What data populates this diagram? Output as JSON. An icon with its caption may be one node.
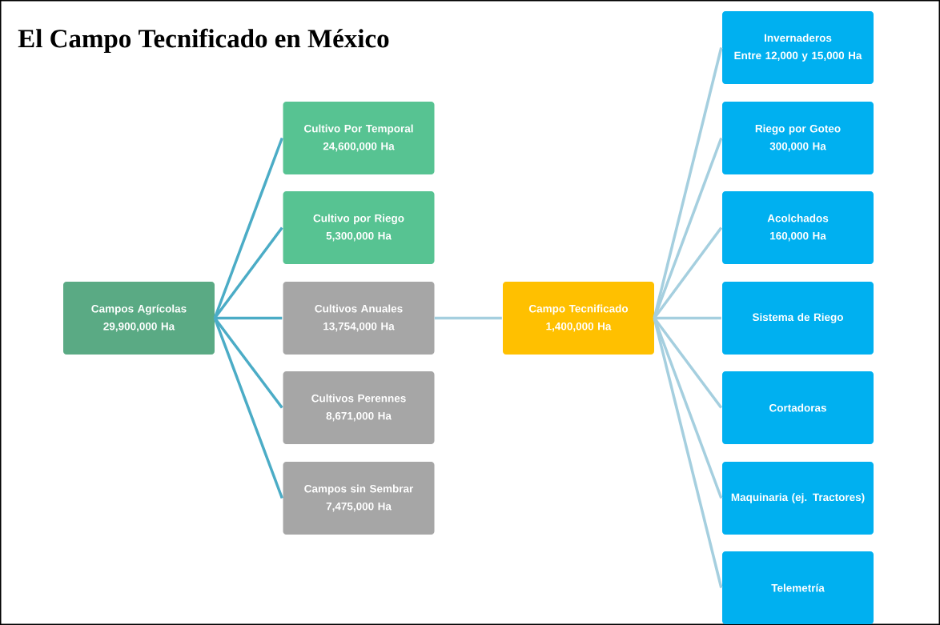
{
  "diagram": {
    "title": "El Campo Tecnificado en México",
    "nodes": [
      {
        "text": [
          "Campos Agrícolas",
          "29,900,000 Ha"
        ]
      },
      {
        "text": [
          "Cultivo Por Temporal",
          "24,600,000 Ha"
        ]
      },
      {
        "text": [
          "Cultivo por Riego",
          "5,300,000 Ha"
        ]
      },
      {
        "text": [
          "Cultivos Anuales",
          "13,754,000 Ha"
        ]
      },
      {
        "text": [
          "Cultivos Perennes",
          "8,671,000 Ha"
        ]
      },
      {
        "text": [
          "Campos sin Sembrar",
          "7,475,000 Ha"
        ]
      },
      {
        "text": [
          "Campo Tecnificado",
          "1,400,000 Ha"
        ]
      },
      {
        "text": [
          "Invernaderos",
          "Entre 12,000 y 15,000 Ha"
        ]
      },
      {
        "text": [
          "Riego por Goteo",
          "300,000 Ha"
        ]
      },
      {
        "text": [
          "Acolchados",
          "160,000 Ha"
        ]
      },
      {
        "text": [
          "Sistema de Riego"
        ]
      },
      {
        "text": [
          "Cortadoras"
        ]
      },
      {
        "text": [
          "Maquinaria (ej. Tractores)"
        ]
      },
      {
        "text": [
          "Telemetría"
        ]
      }
    ],
    "edges": [
      {
        "from": 0,
        "to": 1,
        "arrow": "none",
        "color": "#4bacc6"
      },
      {
        "from": 0,
        "to": 2,
        "arrow": "none",
        "color": "#4bacc6"
      },
      {
        "from": 0,
        "to": 3,
        "arrow": "none",
        "color": "#4bacc6"
      },
      {
        "from": 0,
        "to": 4,
        "arrow": "none",
        "color": "#4bacc6"
      },
      {
        "from": 0,
        "to": 5,
        "arrow": "none",
        "color": "#4bacc6"
      },
      {
        "from": 3,
        "to": 6,
        "arrow": "none"
      },
      {
        "from": 6,
        "to": 7,
        "arrow": "none"
      },
      {
        "from": 6,
        "to": 8,
        "arrow": "none"
      },
      {
        "from": 6,
        "to": 9,
        "arrow": "none"
      },
      {
        "from": 6,
        "to": 10,
        "arrow": "none"
      },
      {
        "from": 6,
        "to": 11,
        "arrow": "none"
      },
      {
        "from": 6,
        "to": 12,
        "arrow": "none"
      },
      {
        "from": 6,
        "to": 13,
        "arrow": "none"
      }
    ]
  }
}
